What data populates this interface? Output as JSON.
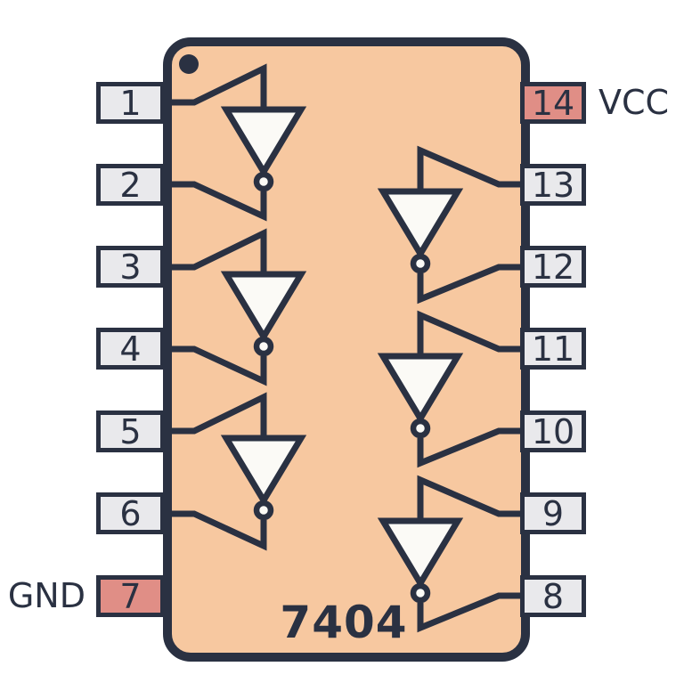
{
  "chip": {
    "label": "7404",
    "pin1_marker": "dot",
    "pins_left": [
      {
        "number": "1"
      },
      {
        "number": "2"
      },
      {
        "number": "3"
      },
      {
        "number": "4"
      },
      {
        "number": "5"
      },
      {
        "number": "6"
      },
      {
        "number": "7",
        "label": "GND",
        "power": true
      }
    ],
    "pins_right": [
      {
        "number": "14",
        "label": "VCC",
        "power": true
      },
      {
        "number": "13"
      },
      {
        "number": "12"
      },
      {
        "number": "11"
      },
      {
        "number": "10"
      },
      {
        "number": "9"
      },
      {
        "number": "8"
      }
    ],
    "gates": [
      {
        "type": "inverter",
        "input_pin": "1",
        "output_pin": "2"
      },
      {
        "type": "inverter",
        "input_pin": "3",
        "output_pin": "4"
      },
      {
        "type": "inverter",
        "input_pin": "5",
        "output_pin": "6"
      },
      {
        "type": "inverter",
        "input_pin": "13",
        "output_pin": "12"
      },
      {
        "type": "inverter",
        "input_pin": "11",
        "output_pin": "10"
      },
      {
        "type": "inverter",
        "input_pin": "9",
        "output_pin": "8"
      }
    ]
  },
  "labels": {
    "gnd": "GND",
    "vcc": "VCC"
  },
  "colors": {
    "outline": "#2a3142",
    "body_fill": "#f7c8a0",
    "pin_fill": "#e9e9ec",
    "power_pin_fill": "#e08e86",
    "gate_fill": "#fbfaf6",
    "background": "#ffffff"
  }
}
